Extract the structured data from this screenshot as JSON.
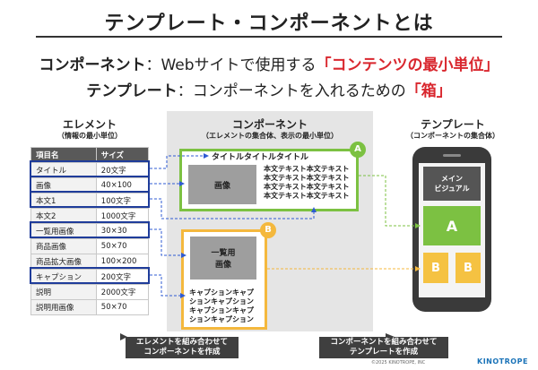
{
  "title": "テンプレート・コンポーネントとは",
  "definitions": {
    "line1_term": "コンポーネント",
    "line1_mid": "：Webサイトで使用する",
    "line1_open": "「",
    "line1_em": "コンテンツの最小単位",
    "line1_close": "」",
    "line2_term": "テンプレート",
    "line2_mid": "：コンポーネントを入れるための",
    "line2_open": "「",
    "line2_em": "箱",
    "line2_close": "」"
  },
  "elements": {
    "heading": "エレメント",
    "sub": "（情報の最小単位）",
    "table_headers": [
      "項目名",
      "サイズ"
    ],
    "rows": [
      {
        "name": "タイトル",
        "size": "20文字"
      },
      {
        "name": "画像",
        "size": "40×100"
      },
      {
        "name": "本文1",
        "size": "100文字"
      },
      {
        "name": "本文2",
        "size": "1000文字"
      },
      {
        "name": "一覧用画像",
        "size": "30×30"
      },
      {
        "name": "商品画像",
        "size": "50×70"
      },
      {
        "name": "商品拡大画像",
        "size": "100×200"
      },
      {
        "name": "キャプション",
        "size": "200文字"
      },
      {
        "name": "説明",
        "size": "2000文字"
      },
      {
        "name": "説明用画像",
        "size": "50×70"
      }
    ]
  },
  "components": {
    "heading": "コンポーネント",
    "sub": "（エレメントの集合体、表示の最小単位）",
    "a": {
      "badge": "A",
      "title_text": "タイトルタイトルタイトル",
      "image_label": "画像",
      "body_lines": [
        "本文テキスト本文テキスト",
        "本文テキスト本文テキスト",
        "本文テキスト本文テキスト",
        "本文テキスト本文テキスト"
      ]
    },
    "b": {
      "badge": "B",
      "image_label_1": "一覧用",
      "image_label_2": "画像",
      "caption_lines": [
        "キャプションキャプ",
        "ションキャプション",
        "キャプションキャプ",
        "ションキャプション"
      ]
    }
  },
  "template": {
    "heading": "テンプレート",
    "sub": "（コンポーネントの集合体）",
    "main_visual_1": "メイン",
    "main_visual_2": "ビジュアル",
    "slot_a": "A",
    "slot_b1": "B",
    "slot_b2": "B"
  },
  "notes": {
    "left_1": "エレメントを組み合わせて",
    "left_2": "コンポーネントを作成",
    "right_1": "コンポーネントを組み合わせて",
    "right_2": "テンプレートを作成"
  },
  "footer": {
    "copyright": "©2025 KINOTROPE, INC",
    "logo": "KINOTROPE"
  },
  "colors": {
    "accent_red": "#d9272e",
    "component_a_green": "#7cc142",
    "component_b_yellow": "#f4b83d",
    "highlight_blue": "#1f3c9a",
    "connector_blue": "#2f5bd3"
  }
}
